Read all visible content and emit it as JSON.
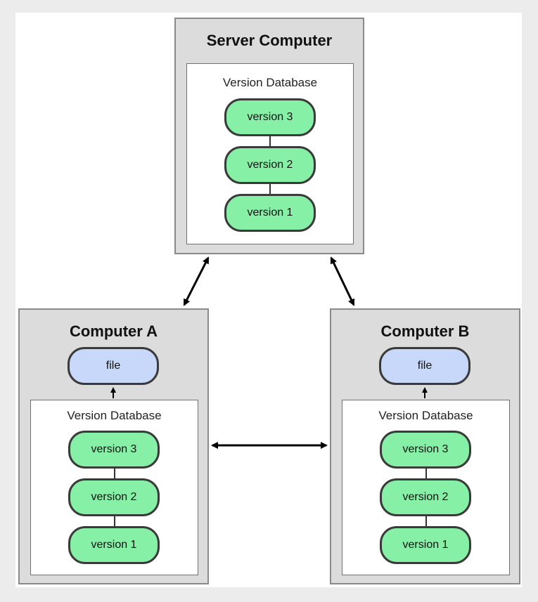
{
  "server": {
    "title": "Server Computer",
    "db_label": "Version Database",
    "versions": [
      "version 3",
      "version 2",
      "version 1"
    ]
  },
  "computer_a": {
    "title": "Computer A",
    "file_label": "file",
    "db_label": "Version Database",
    "versions": [
      "version 3",
      "version 2",
      "version 1"
    ]
  },
  "computer_b": {
    "title": "Computer B",
    "file_label": "file",
    "db_label": "Version Database",
    "versions": [
      "version 3",
      "version 2",
      "version 1"
    ]
  },
  "colors": {
    "version_fill": "#86f0a6",
    "file_fill": "#c7d8fb",
    "computer_fill": "#dcdcdc",
    "outline": "#3a3a3a"
  }
}
